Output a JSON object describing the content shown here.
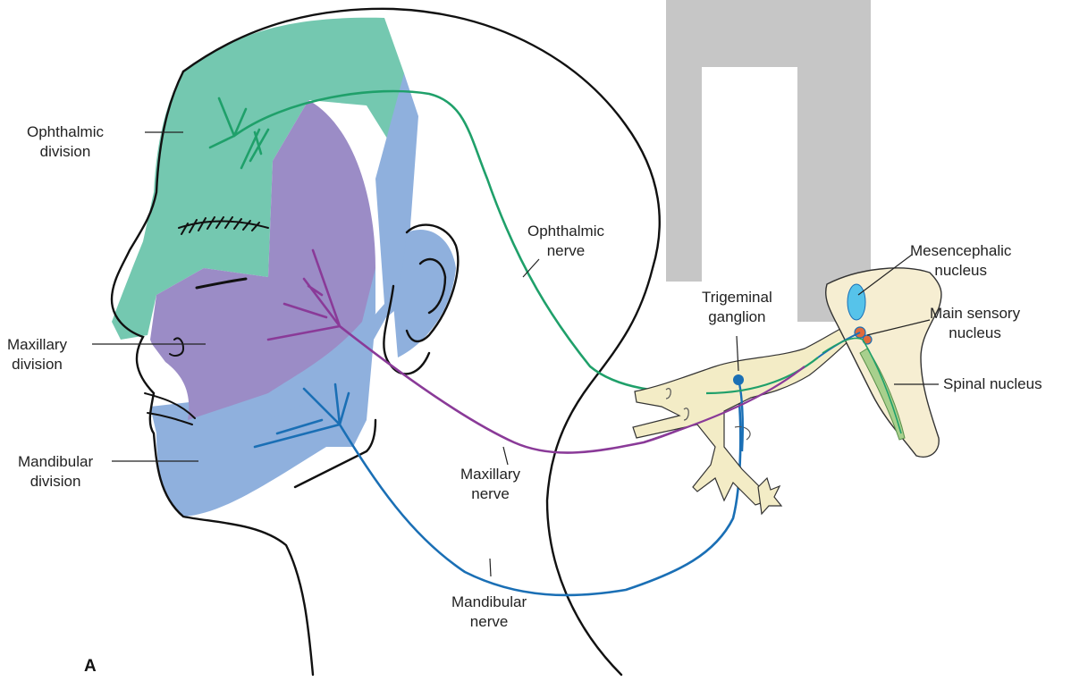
{
  "labels": {
    "ophthalmic_division": [
      "Ophthalmic",
      "division"
    ],
    "maxillary_division": [
      "Maxillary",
      "division"
    ],
    "mandibular_division": [
      "Mandibular",
      "division"
    ],
    "ophthalmic_nerve": [
      "Ophthalmic",
      "nerve"
    ],
    "maxillary_nerve": [
      "Maxillary",
      "nerve"
    ],
    "mandibular_nerve": [
      "Mandibular",
      "nerve"
    ],
    "trigeminal_ganglion": [
      "Trigeminal",
      "ganglion"
    ],
    "mesencephalic_nucleus": [
      "Mesencephalic",
      "nucleus"
    ],
    "main_sensory_nucleus": [
      "Main sensory",
      "nucleus"
    ],
    "spinal_nucleus": "Spinal nucleus",
    "panel": "A"
  },
  "colors": {
    "ophthalmic": "#74c8b0",
    "maxillary": "#9b8cc6",
    "mandibular": "#8fb0dd",
    "ophthalmic_nerve": "#1fa06a",
    "maxillary_nerve": "#8a3a98",
    "mandibular_nerve": "#1a6fb5",
    "nerve_body": "#f3ecc6",
    "brainstem": "#f6eed2",
    "mesencephalic": "#56c3ea",
    "main_sensory": "#e06a3c",
    "spinal": "#a8d08d",
    "watermark": "#c6c6c6"
  },
  "watermark_icon": "pi-watermark"
}
